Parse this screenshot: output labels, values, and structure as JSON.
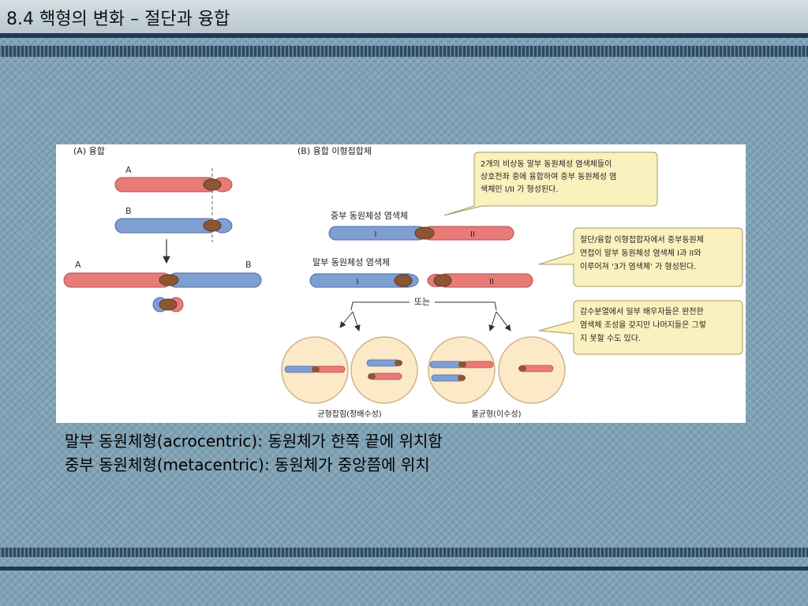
{
  "slide": {
    "title": "8.4 핵형의 변화 – 절단과 융합"
  },
  "figure": {
    "panel_a_title": "(A) 융합",
    "panel_a_label_a": "A",
    "panel_a_label_b": "B",
    "panel_a_fused_label_a": "A",
    "panel_a_fused_label_b": "B",
    "panel_b_title": "(B) 융합 이형접합체",
    "label_metacentric": "중부 동원체성 염색체",
    "label_acrocentric": "말부 동원체성 염색체",
    "arm_i": "I",
    "arm_ii": "II",
    "or_label": "또는",
    "balanced_label": "균형잡힘(정배수성)",
    "unbalanced_label": "불균형(이수성)",
    "callout_1": [
      "2개의 비상동 말부 동원체성 염색체들이",
      "상호전좌 중에 융합하여 중부 동원체성 염",
      "색체인 I/II 가 형성된다."
    ],
    "callout_2": [
      "절단/융합 이형접합자에서 중부동원체",
      "연접이 말부 동원체성 염색체 I과 II와",
      "이루어져 '3가 염색체' 가 형성된다."
    ],
    "callout_3": [
      "감수분열에서 일부 배우자들은 완전한",
      "염색체 조성을 갖지만 나머지들은 그렇",
      "지 못할 수도 있다."
    ]
  },
  "captions": {
    "line1": "말부 동원체형(acrocentric): 동원체가 한쪽 끝에 위치함",
    "line2": "중부 동원체형(metacentric):  동원체가 중앙쯤에 위치"
  },
  "colors": {
    "red_chromosome": "#e87b78",
    "blue_chromosome": "#7f9ed2",
    "centromere": "#8e5532",
    "callout_fill": "#fbf1bf",
    "cell_fill": "#fce9c8"
  }
}
